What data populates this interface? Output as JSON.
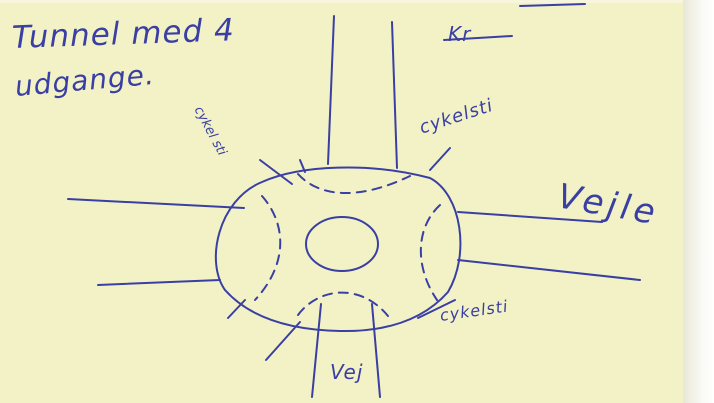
{
  "sketch": {
    "title_line1": "Tunnel med 4",
    "title_line2": "udgange.",
    "label_cycle_path_top": "cykelsti",
    "label_city": "Vejle",
    "label_cycle_path_bottom": "cykelsti",
    "label_road": "Vej",
    "label_vertical": "cykel sti",
    "label_crossed_out": "Kr"
  },
  "colors": {
    "paper": "#f2f2c6",
    "ink": "#3a3fa3"
  }
}
